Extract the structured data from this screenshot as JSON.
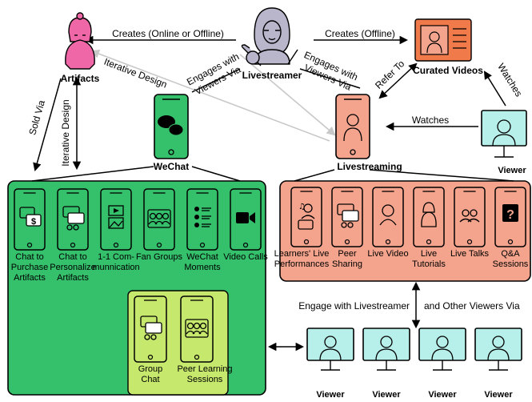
{
  "nodes": {
    "livestreamer": "Livestreamer",
    "artifacts": "Artifacts",
    "curated_videos": "Curated Videos",
    "wechat": "WeChat",
    "livestreaming": "Livestreaming",
    "viewer": "Viewer"
  },
  "edges": {
    "creates_online_offline": "Creates (Online or Offline)",
    "creates_offline": "Creates (Offline)",
    "iterative_design_top": "Iterative Design",
    "engages_wechat_1": "Engages with",
    "engages_wechat_2": "Viewers Via",
    "engages_live_1": "Engages with",
    "engages_live_2": "Viewers Via",
    "refer_to": "Refer To",
    "watches_curated": "Watches",
    "sold_via": "Sold Via",
    "iterative_design_side": "Iterative Design",
    "watches_live": "Watches",
    "engage_with_livestreamer": "Engage with Livestreamer",
    "and_other_viewers": "and Other Viewers Via"
  },
  "wechat_features": [
    {
      "lines": [
        "Chat to",
        "Purchase",
        "Artifacts"
      ],
      "icon": "chat-dollar-icon"
    },
    {
      "lines": [
        "Chat to",
        "Personalize",
        "Artifacts"
      ],
      "icon": "chat-artifact-icon"
    },
    {
      "lines": [
        "1-1 Com-",
        "munnication"
      ],
      "icon": "video-image-icon"
    },
    {
      "lines": [
        "Fan Groups"
      ],
      "icon": "group-icon"
    },
    {
      "lines": [
        "WeChat",
        "Moments"
      ],
      "icon": "moments-icon"
    },
    {
      "lines": [
        "Video Calls"
      ],
      "icon": "video-camera-icon"
    }
  ],
  "fan_group_features": [
    {
      "lines": [
        "Group",
        "Chat"
      ],
      "icon": "group-chat-icon"
    },
    {
      "lines": [
        "Peer Learning",
        "Sessions"
      ],
      "icon": "peer-session-icon"
    }
  ],
  "live_features": [
    {
      "lines": [
        "Learners' Live",
        "Performances"
      ],
      "icon": "performer-icon"
    },
    {
      "lines": [
        "Peer",
        "Sharing"
      ],
      "icon": "peer-chat-icon"
    },
    {
      "lines": [
        "Live Video"
      ],
      "icon": "streamer-icon"
    },
    {
      "lines": [
        "Live",
        "Tutorials"
      ],
      "icon": "artifact-icon"
    },
    {
      "lines": [
        "Live Talks"
      ],
      "icon": "talk-icon"
    },
    {
      "lines": [
        "Q&A",
        "Sessions"
      ],
      "icon": "question-icon"
    }
  ],
  "colors": {
    "wechat_green": "#35c06b",
    "wechat_light": "#c6e86c",
    "live_salmon": "#f4a48c",
    "viewer_cyan": "#b7efea",
    "artifact_pink": "#f067a8",
    "curated_orange": "#f07a4a"
  }
}
